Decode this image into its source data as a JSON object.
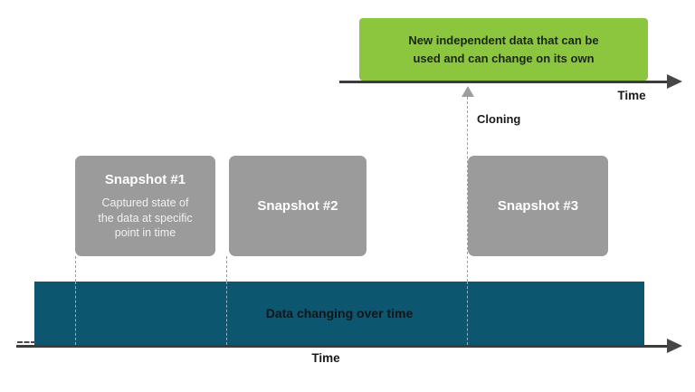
{
  "colors": {
    "clone_green": "#8CC63E",
    "data_teal": "#0D566F",
    "snapshot_gray": "#9B9B9B",
    "axis_dark": "#3C3C3C",
    "cloning_arrow_gray": "#9E9E9E"
  },
  "top_timeline": {
    "clone_box_text": "New independent data that can be\nused and can change on its own",
    "time_label": "Time"
  },
  "cloning": {
    "label": "Cloning"
  },
  "snapshots": [
    {
      "title": "Snapshot #1",
      "description": "Captured state of\nthe data at specific\npoint in time"
    },
    {
      "title": "Snapshot #2"
    },
    {
      "title": "Snapshot #3"
    }
  ],
  "bottom_timeline": {
    "bar_label": "Data changing over time",
    "time_label": "Time"
  }
}
